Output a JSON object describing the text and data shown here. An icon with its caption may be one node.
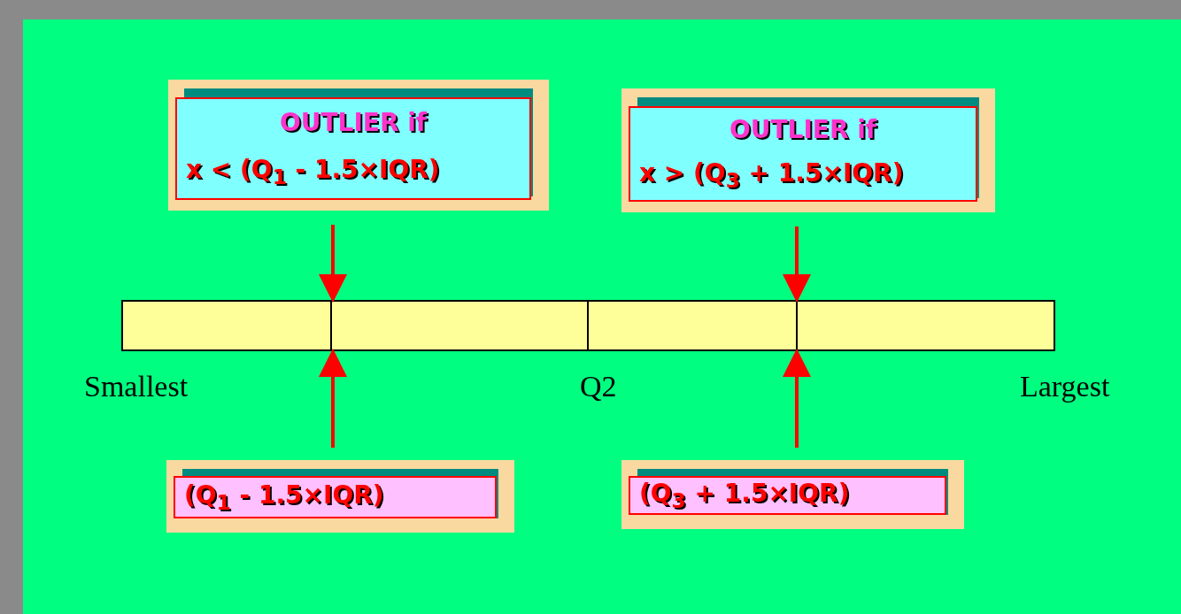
{
  "diagram": {
    "nodes": [
      {
        "text": [
          "OUTLIER if",
          "x < (Q$_{1}$ - 1.5×IQR)"
        ]
      },
      {
        "text": [
          "OUTLIER if",
          "x > (Q$_{3}$ + 1.5×IQR)"
        ]
      },
      {
        "text": [],
        "shape": "bar"
      },
      {
        "text": [
          "(Q$_{1}$ - 1.5×IQR)"
        ]
      },
      {
        "text": [
          "(Q$_{3}$ + 1.5×IQR)"
        ]
      }
    ],
    "edges": [
      {
        "from": 0,
        "to": 2,
        "arrow": "to"
      },
      {
        "from": 1,
        "to": 2,
        "arrow": "to"
      },
      {
        "from": 3,
        "to": 2,
        "arrow": "to"
      },
      {
        "from": 4,
        "to": 2,
        "arrow": "to"
      }
    ],
    "labels": [
      "Smallest",
      "Q2",
      "Largest"
    ]
  }
}
